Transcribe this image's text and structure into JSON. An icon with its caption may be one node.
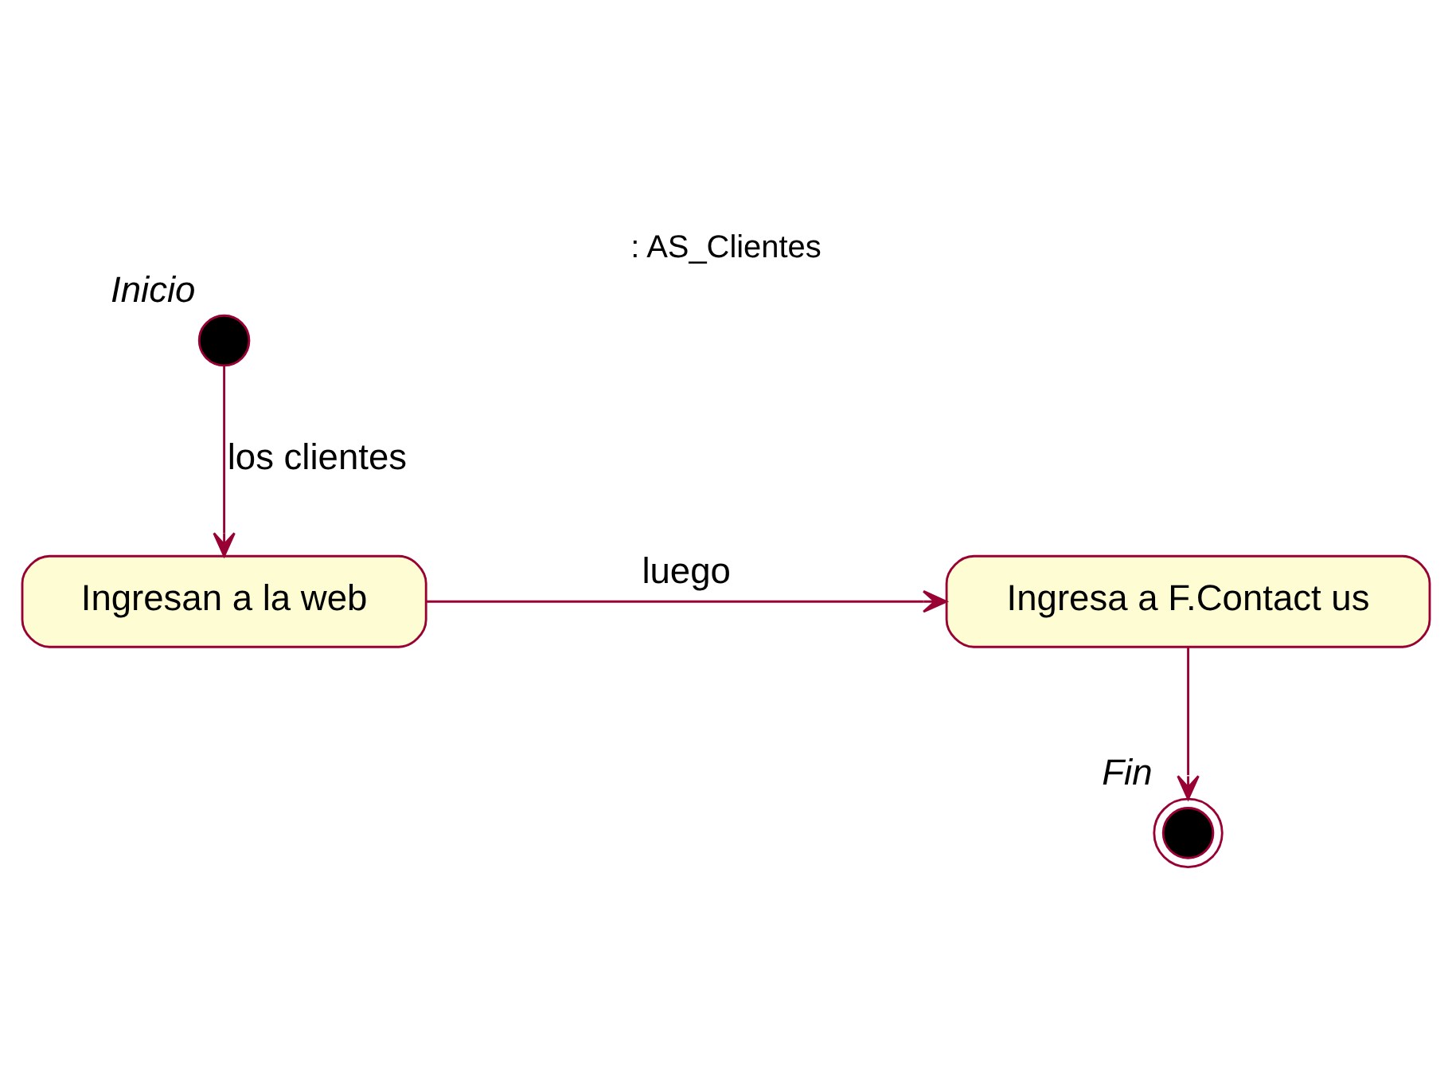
{
  "diagram": {
    "title": ": AS_Clientes",
    "nodes": [
      {
        "text": [],
        "shape": "circle",
        "beside": [
          "Inicio"
        ]
      },
      {
        "text": [
          "Ingresan a la web"
        ]
      },
      {
        "text": [
          "Ingresa a F.Contact us"
        ]
      },
      {
        "text": [],
        "shape": "bullseye",
        "beside": [
          "Fin"
        ]
      }
    ],
    "edges": [
      {
        "from": 0,
        "to": 1,
        "arrow": "to",
        "label": "los clientes"
      },
      {
        "from": 1,
        "to": 2,
        "arrow": "to",
        "label": "luego"
      },
      {
        "from": 2,
        "to": 3,
        "arrow": "to"
      }
    ]
  }
}
